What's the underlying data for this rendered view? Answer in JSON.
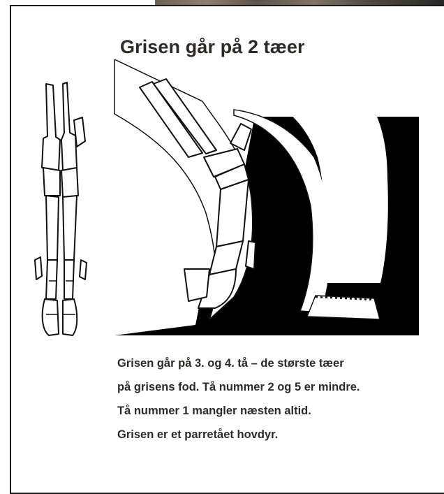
{
  "title": "Grisen går på 2 tæer",
  "caption": {
    "lines": [
      "Grisen går på 3. og 4. tå –  de største tæer",
      "på grisens fod. Tå nummer 2 og 5 er mindre.",
      "Tå nummer 1 mangler næsten altid.",
      "Grisen er et parretået hovdyr."
    ]
  },
  "colors": {
    "ink": "#2e2a26",
    "silhouette": "#000000",
    "background": "#ffffff"
  }
}
